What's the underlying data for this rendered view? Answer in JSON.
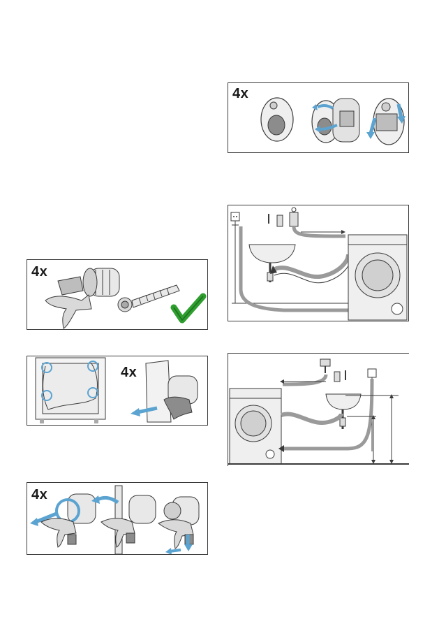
{
  "panels": {
    "transport_plugs": {
      "count_label": "4x"
    },
    "shipment_kit": {
      "count_label": "4x"
    },
    "bolt_holder": {
      "count_label": "4x"
    },
    "bolt_removal": {
      "count_label": "4x"
    }
  },
  "colors": {
    "accent": "#5ba3d0",
    "check": "#2e9e2e",
    "line": "#3a3a3a",
    "fill": "#e8e8e8"
  }
}
